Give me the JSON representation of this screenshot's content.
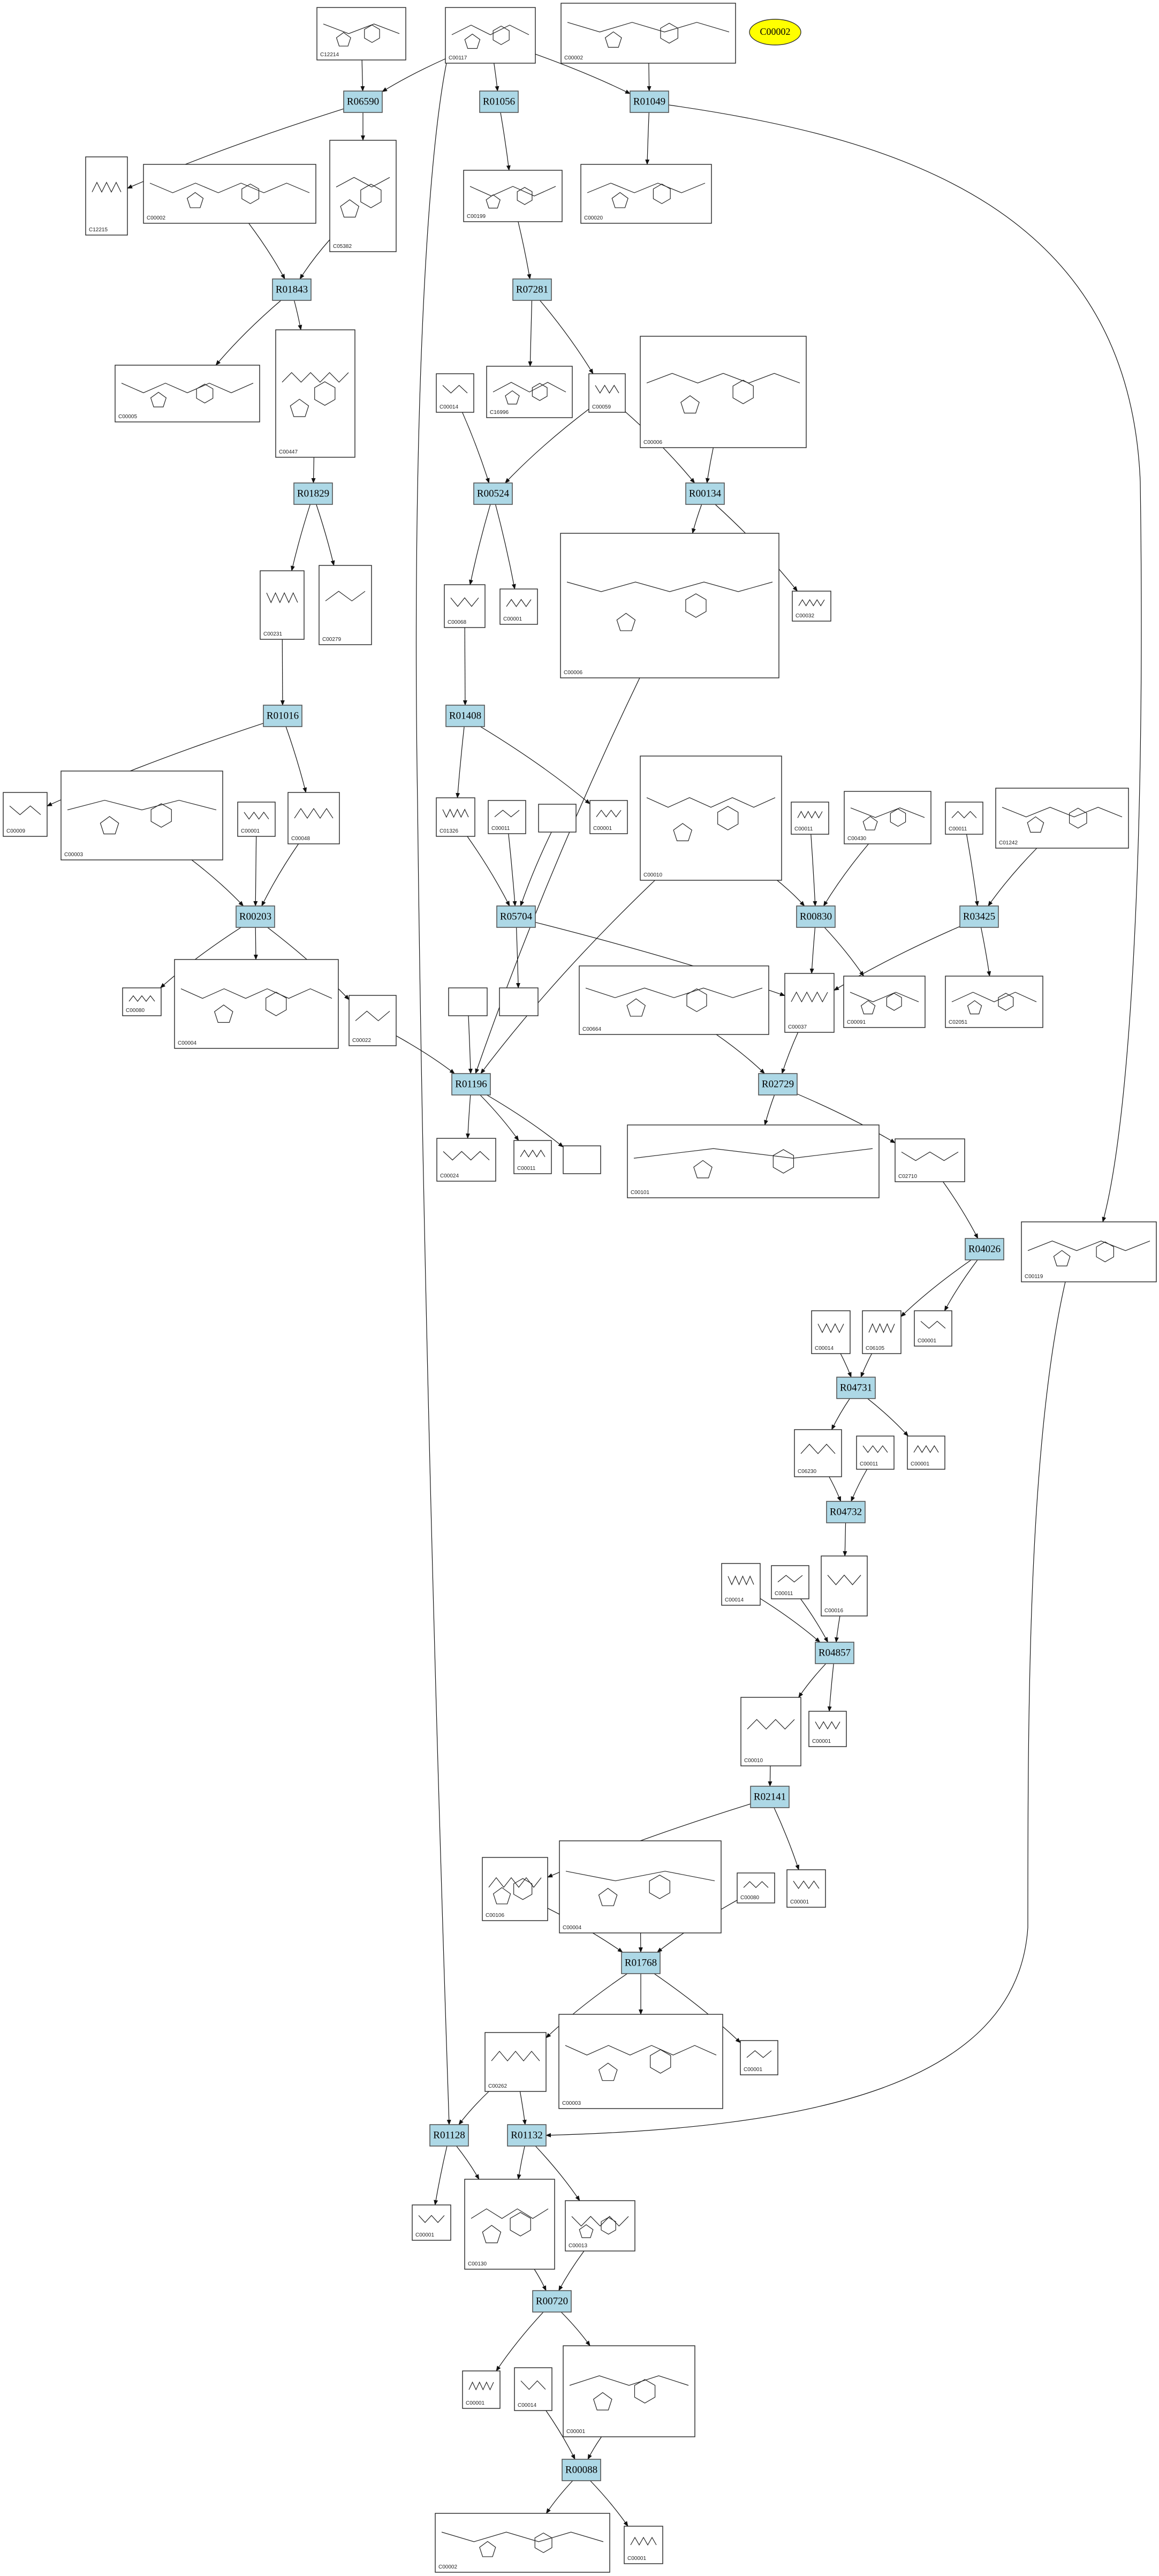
{
  "legend": {
    "label": "C00002",
    "color": "#ffff00"
  },
  "colors": {
    "reaction_fill": "#add8e6",
    "edge": "#111111"
  },
  "reactions": [
    {
      "id": "R06590"
    },
    {
      "id": "R01056"
    },
    {
      "id": "R01049"
    },
    {
      "id": "R01843"
    },
    {
      "id": "R07281"
    },
    {
      "id": "R01829"
    },
    {
      "id": "R00524"
    },
    {
      "id": "R00134"
    },
    {
      "id": "R01016"
    },
    {
      "id": "R01408"
    },
    {
      "id": "R00203"
    },
    {
      "id": "R05704"
    },
    {
      "id": "R00830"
    },
    {
      "id": "R03425"
    },
    {
      "id": "R01196"
    },
    {
      "id": "R02729"
    },
    {
      "id": "R04026"
    },
    {
      "id": "R04731"
    },
    {
      "id": "R04732"
    },
    {
      "id": "R04857"
    },
    {
      "id": "R02141"
    },
    {
      "id": "R01768"
    },
    {
      "id": "R01128"
    },
    {
      "id": "R01132"
    },
    {
      "id": "R00720"
    },
    {
      "id": "R00088"
    }
  ],
  "compounds": [
    {
      "id": "C12214",
      "label": "C12214"
    },
    {
      "id": "C00117",
      "label": "C00117"
    },
    {
      "id": "C00002a",
      "label": "C00002"
    },
    {
      "id": "C12215",
      "label": "C12215"
    },
    {
      "id": "C00002b",
      "label": "C00002"
    },
    {
      "id": "C05382",
      "label": "C05382"
    },
    {
      "id": "C00199",
      "label": "C00199"
    },
    {
      "id": "C00020",
      "label": "C00020"
    },
    {
      "id": "C00005",
      "label": "C00005"
    },
    {
      "id": "C00447",
      "label": "C00447"
    },
    {
      "id": "C00014a",
      "label": "C00014"
    },
    {
      "id": "C16996",
      "label": "C16996"
    },
    {
      "id": "C00059",
      "label": "C00059"
    },
    {
      "id": "C00006",
      "label": "C00006"
    },
    {
      "id": "C00231",
      "label": "C00231"
    },
    {
      "id": "C00279",
      "label": "C00279"
    },
    {
      "id": "C00068",
      "label": "C00068"
    },
    {
      "id": "C00001a",
      "label": "C00001"
    },
    {
      "id": "C00006b",
      "label": "C00006"
    },
    {
      "id": "C00032",
      "label": "C00032"
    },
    {
      "id": "C00009",
      "label": "C00009"
    },
    {
      "id": "C00003",
      "label": "C00003"
    },
    {
      "id": "C00001b",
      "label": "C00001"
    },
    {
      "id": "C00048",
      "label": "C00048"
    },
    {
      "id": "C01326",
      "label": "C01326"
    },
    {
      "id": "C00011a",
      "label": "C00011"
    },
    {
      "id": "blank1",
      "label": ""
    },
    {
      "id": "C00001c",
      "label": "C00001"
    },
    {
      "id": "C00010",
      "label": "C00010"
    },
    {
      "id": "C00011b",
      "label": "C00011"
    },
    {
      "id": "C00430",
      "label": "C00430"
    },
    {
      "id": "C00011c",
      "label": "C00011"
    },
    {
      "id": "C01242",
      "label": "C01242"
    },
    {
      "id": "C00080",
      "label": "C00080"
    },
    {
      "id": "C00004",
      "label": "C00004"
    },
    {
      "id": "C00022",
      "label": "C00022"
    },
    {
      "id": "blank2",
      "label": ""
    },
    {
      "id": "blank3",
      "label": ""
    },
    {
      "id": "C00664",
      "label": "C00664"
    },
    {
      "id": "C00037",
      "label": "C00037"
    },
    {
      "id": "C00091",
      "label": "C00091"
    },
    {
      "id": "C02051",
      "label": "C02051"
    },
    {
      "id": "C00024",
      "label": "C00024"
    },
    {
      "id": "C00011d",
      "label": "C00011"
    },
    {
      "id": "blank4",
      "label": ""
    },
    {
      "id": "C00101",
      "label": "C00101"
    },
    {
      "id": "C02710",
      "label": "C02710"
    },
    {
      "id": "C00119",
      "label": "C00119"
    },
    {
      "id": "C00014b",
      "label": "C00014"
    },
    {
      "id": "C06105",
      "label": "C06105"
    },
    {
      "id": "C00001d",
      "label": "C00001"
    },
    {
      "id": "C06230",
      "label": "C06230"
    },
    {
      "id": "C00011e",
      "label": "C00011"
    },
    {
      "id": "C00001e",
      "label": "C00001"
    },
    {
      "id": "C00014c",
      "label": "C00014"
    },
    {
      "id": "C00011f",
      "label": "C00011"
    },
    {
      "id": "C00016",
      "label": "C00016"
    },
    {
      "id": "C00010b",
      "label": "C00010"
    },
    {
      "id": "C00001f",
      "label": "C00001"
    },
    {
      "id": "C00106",
      "label": "C00106"
    },
    {
      "id": "C00004b",
      "label": "C00004"
    },
    {
      "id": "C00080b",
      "label": "C00080"
    },
    {
      "id": "C00001g",
      "label": "C00001"
    },
    {
      "id": "C00262",
      "label": "C00262"
    },
    {
      "id": "C00003b",
      "label": "C00003"
    },
    {
      "id": "C00001h",
      "label": "C00001"
    },
    {
      "id": "C00001i",
      "label": "C00001"
    },
    {
      "id": "C00130",
      "label": "C00130"
    },
    {
      "id": "C00013",
      "label": "C00013"
    },
    {
      "id": "C00001j",
      "label": "C00001"
    },
    {
      "id": "C00014d",
      "label": "C00014"
    },
    {
      "id": "C00001k",
      "label": "C00001"
    },
    {
      "id": "C00002c",
      "label": "C00002"
    },
    {
      "id": "C00001l",
      "label": "C00001"
    }
  ]
}
